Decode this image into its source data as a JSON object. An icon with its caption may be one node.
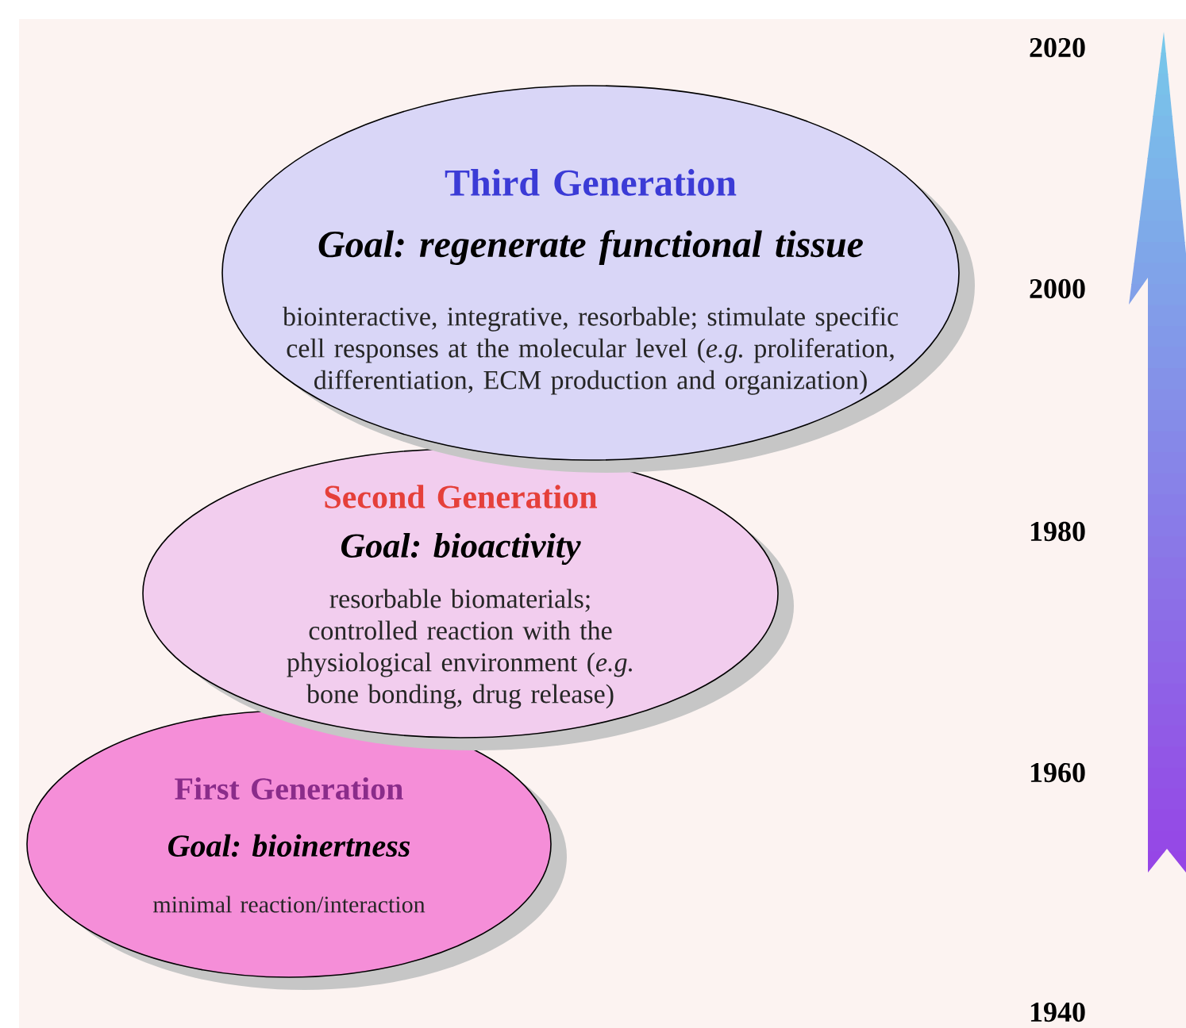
{
  "diagram": {
    "nodes": [
      {
        "text": [
          "Third Generation",
          "Goal: regenerate functional tissue",
          "biointeractive, integrative, resorbable; stimulate specific cell responses at the molecular level (*e.g.* proliferation, differentiation, ECM production and organization)"
        ]
      },
      {
        "text": [
          "Second Generation",
          "Goal: bioactivity",
          "resorbable biomaterials; controlled reaction with the physiological environment (*e.g.* bone bonding, drug release)"
        ]
      },
      {
        "text": [
          "First Generation",
          "Goal: bioinertness",
          "minimal reaction/interaction"
        ]
      }
    ],
    "labels": [
      "2020",
      "2000",
      "1980",
      "1960",
      "1940"
    ]
  }
}
